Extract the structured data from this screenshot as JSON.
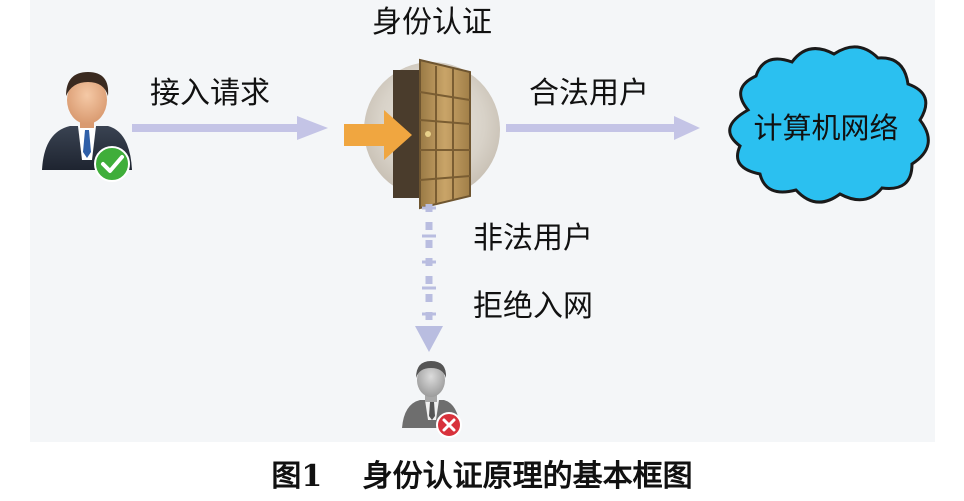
{
  "diagram": {
    "title": "身份认证",
    "edges": {
      "request": "接入请求",
      "legal": "合法用户",
      "illegal": "非法用户",
      "reject": "拒绝入网"
    },
    "network": "计算机网络",
    "caption_number": "图1",
    "caption_text": "身份认证原理的基本框图"
  },
  "colors": {
    "panel": "#f4f6f8",
    "arrow_main": "#c4c4e6",
    "arrow_dashed": "#b9bde0",
    "cloud_fill": "#2bc0f0",
    "cloud_stroke": "#1a1a1a",
    "door_orange": "#f0a640",
    "check_green": "#3fae3a",
    "reject_red": "#d8323c"
  }
}
